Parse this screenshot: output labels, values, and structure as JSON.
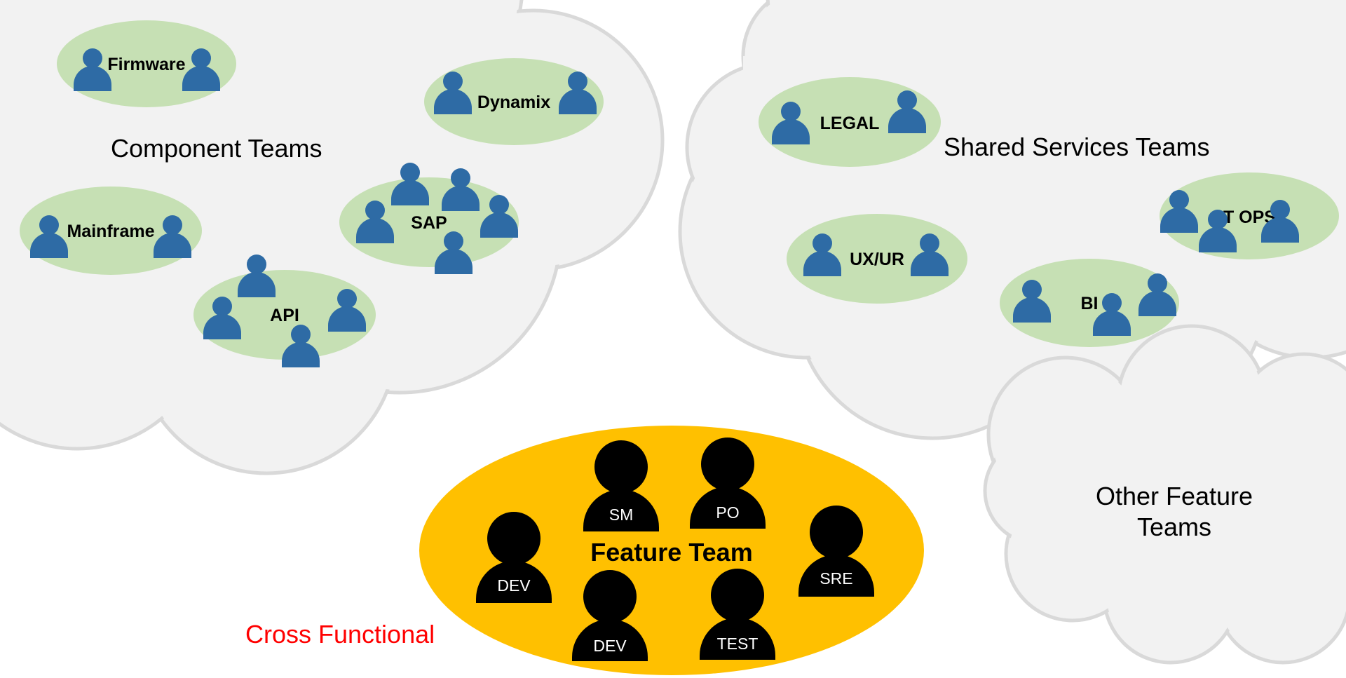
{
  "groups": {
    "component": "Component Teams",
    "shared": "Shared Services Teams",
    "other_line1": "Other Feature",
    "other_line2": "Teams"
  },
  "component_teams": {
    "firmware": "Firmware",
    "dynamix": "Dynamix",
    "mainframe": "Mainframe",
    "sap": "SAP",
    "api": "API"
  },
  "shared_teams": {
    "legal": "LEGAL",
    "uxur": "UX/UR",
    "itops": "IT OPS",
    "bi": "BI"
  },
  "feature_team": {
    "title": "Feature Team",
    "roles": {
      "sm": "SM",
      "po": "PO",
      "dev_left": "DEV",
      "dev_bottom": "DEV",
      "test": "TEST",
      "sre": "SRE"
    }
  },
  "cross_functional": "Cross Functional",
  "colors": {
    "cloud_fill": "#f2f2f2",
    "cloud_stroke": "#d9d9d9",
    "team_fill": "#c6e0b4",
    "person_blue": "#2e6ba5",
    "feature_fill": "#ffc000",
    "cross_text": "#ff0000"
  },
  "icons": {
    "person": "person-icon"
  }
}
